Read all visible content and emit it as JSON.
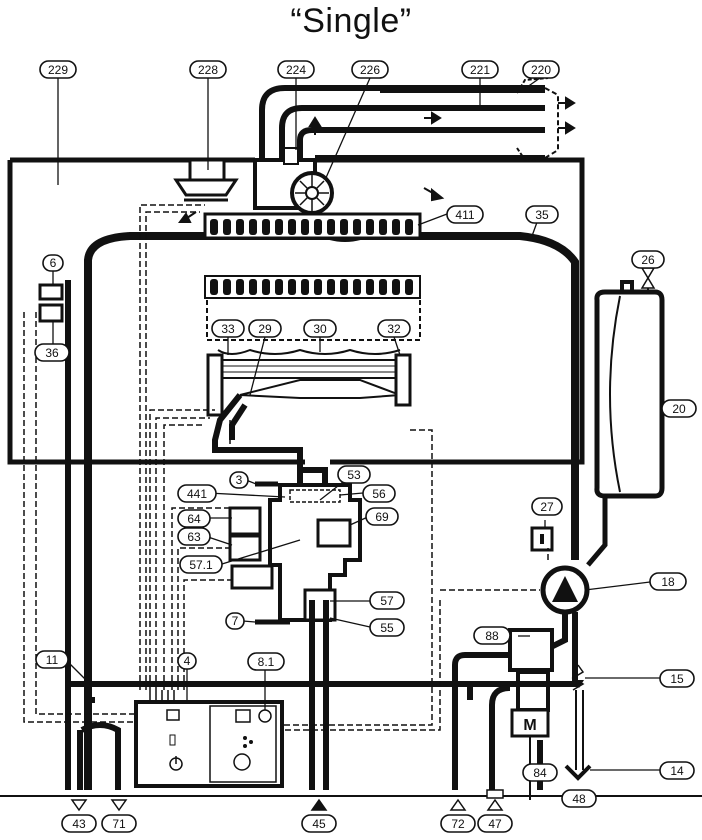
{
  "title": "“Single”",
  "labels": {
    "l229": "229",
    "l228": "228",
    "l224": "224",
    "l226": "226",
    "l221": "221",
    "l220": "220",
    "l411": "411",
    "l35": "35",
    "l6": "6",
    "l36": "36",
    "l26": "26",
    "l20": "20",
    "l33": "33",
    "l29": "29",
    "l30": "30",
    "l32": "32",
    "l3": "3",
    "l53": "53",
    "l441": "441",
    "l56": "56",
    "l64": "64",
    "l69": "69",
    "l63": "63",
    "l27": "27",
    "l571": "57.1",
    "l18": "18",
    "l7": "7",
    "l57": "57",
    "l55": "55",
    "l88": "88",
    "l11": "11",
    "l4": "4",
    "l81": "8.1",
    "l15": "15",
    "l14": "14",
    "l43": "43",
    "l71": "71",
    "l45": "45",
    "l72": "72",
    "l47": "47",
    "l84": "84",
    "l48": "48"
  },
  "pump_motor_letter": "M"
}
